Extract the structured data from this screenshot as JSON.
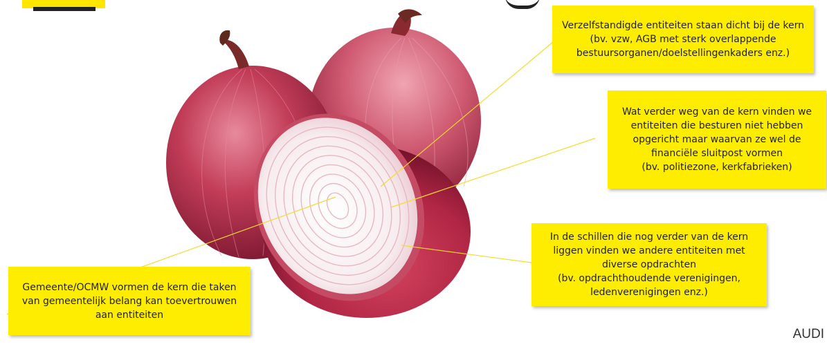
{
  "callouts": {
    "top": "Verzelfstandigde entiteiten staan dicht bij de kern\n(bv. vzw, AGB met sterk overlappende bestuursorganen/doelstellingenkaders enz.)",
    "middle": "Wat verder weg van de kern vinden we entiteiten die besturen niet hebben opgericht maar waarvan ze wel de financiële sluitpost vormen\n(bv. politiezone, kerkfabrieken)",
    "lower": "In de schillen die nog verder van de kern liggen vinden we andere entiteiten met diverse opdrachten\n(bv.  opdrachthoudende verenigingen, ledenverenigingen enz.)",
    "bottom": "Gemeente/OCMW vormen de kern die taken van gemeentelijk belang kan toevertrouwen aan entiteiten"
  },
  "footer_label": "AUDI",
  "colors": {
    "callout_background": "#ffed00",
    "onion_skin": "#b8304a",
    "onion_flesh": "#f6e9ec",
    "leader_line": "#f2dc2e"
  }
}
